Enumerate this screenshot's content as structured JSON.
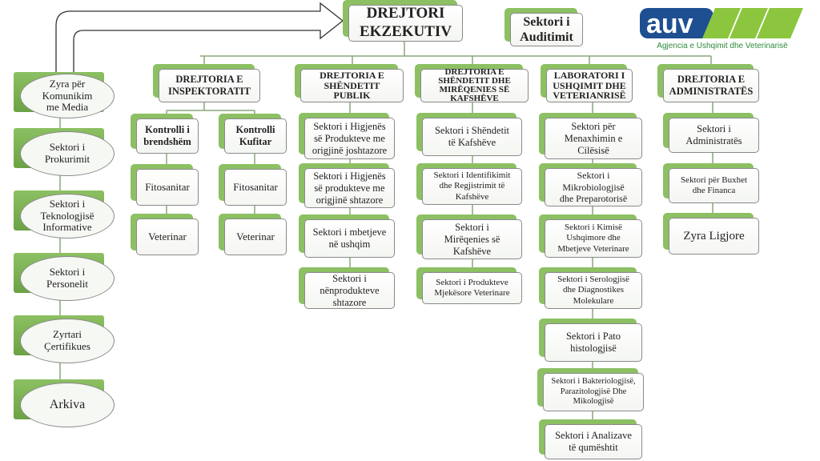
{
  "executive": "DREJTORI\nEKZEKUTIV",
  "audit": "Sektori i\nAuditimit",
  "logo": {
    "mark": "auv",
    "subtitle": "Agjencia e Ushqimit dhe Veterinarisë",
    "blue": "#1d4f91",
    "green": "#8cc63f"
  },
  "left_column": [
    "Zyra për\nKomunikim\nme Media",
    "Sektori i\nProkurimit",
    "Sektori i\nTeknologjisë\nInformative",
    "Sektori i\nPersonelit",
    "Zyrtari\nÇertifikues",
    "Arkiva"
  ],
  "directorates": {
    "inspektoratit": {
      "title": "DREJTORIA E\nINSPEKTORATIT",
      "groups": [
        {
          "title": "Kontrolli i\nbrendshëm",
          "items": [
            "Fitosanitar",
            "Veterinar"
          ]
        },
        {
          "title": "Kontrolli\nKufitar",
          "items": [
            "Fitosanitar",
            "Veterinar"
          ]
        }
      ]
    },
    "shendetit_publik": {
      "title": "DREJTORIA E\nSHËNDETIT\nPUBLIK",
      "items": [
        "Sektori i Higjenës\nsë Produkteve me\norigjinë joshtazore",
        "Sektori i Higjenës\nsë produkteve me\norigjinë shtazore",
        "Sektori i mbetjeve\nnë ushqim",
        "Sektori i\nnënprodukteve\nshtazore"
      ]
    },
    "kafsheve": {
      "title": "DREJTORIA E\nSHËNDETIT DHE\nMIRËQENIES SË\nKAFSHËVE",
      "items": [
        "Sektori i Shëndetit\ntë Kafshëve",
        "Sektori i Identifikimit\ndhe Regjistrimit të\nKafshëve",
        "Sektori i\nMirëqenies së\nKafshëve",
        "Sektori i Produkteve\nMjekësore Veterinare"
      ]
    },
    "laboratori": {
      "title": "LABORATORI I\nUSHQIMIT DHE\nVETERIANRISË",
      "items": [
        "Sektori për\nMenaxhimin e\nCilësisë",
        "Sektori i\nMikrobiologjisë\ndhe Preparotorisë",
        "Sektori i Kimisë\nUshqimore dhe\nMbetjeve Veterinare",
        "Sektori i Serologjisë\ndhe Diagnostikes\nMolekulare",
        "Sektori i Pato\nhistologjisë",
        "Sektori i Bakteriologjisë,\nParazitologjisë Dhe\nMikologjisë",
        "Sektori i Analizave\ntë qumështit"
      ]
    },
    "administrates": {
      "title": "DREJTORIA E\nADMINISTRATËS",
      "items": [
        "Sektori i\nAdministratës",
        "Sektori për Buxhet\ndhe Financa",
        "Zyra Ligjore"
      ]
    }
  }
}
